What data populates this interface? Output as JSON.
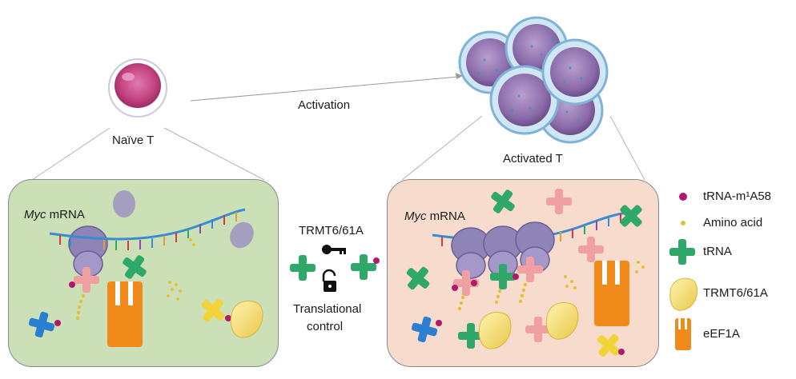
{
  "labels": {
    "naive": "Naïve T",
    "activated": "Activated T",
    "activation": "Activation",
    "myc_left_italic": "Myc",
    "myc_left_rest": " mRNA",
    "myc_right_italic": "Myc",
    "myc_right_rest": " mRNA",
    "enzyme": "TRMT6/61A",
    "translational": "Translational",
    "control": "control"
  },
  "legend": {
    "m1a": "tRNA-m¹A58",
    "amino": "Amino acid",
    "trna": "tRNA",
    "trmt": "TRMT6/61A",
    "eef1a": "eEF1A"
  },
  "colors": {
    "left_panel": "#cbe0b6",
    "right_panel": "#f7dccd",
    "trna_green": "#2fa86a",
    "trna_pink": "#f0a0a0",
    "trna_blue": "#2a7fd0",
    "trna_yellow": "#f2d33a",
    "trmt_yellow": "#f5e07a",
    "eef1a_orange": "#f08a1a",
    "ribosome_purple": "#8f84b8",
    "m1a_magenta": "#b0196d"
  }
}
